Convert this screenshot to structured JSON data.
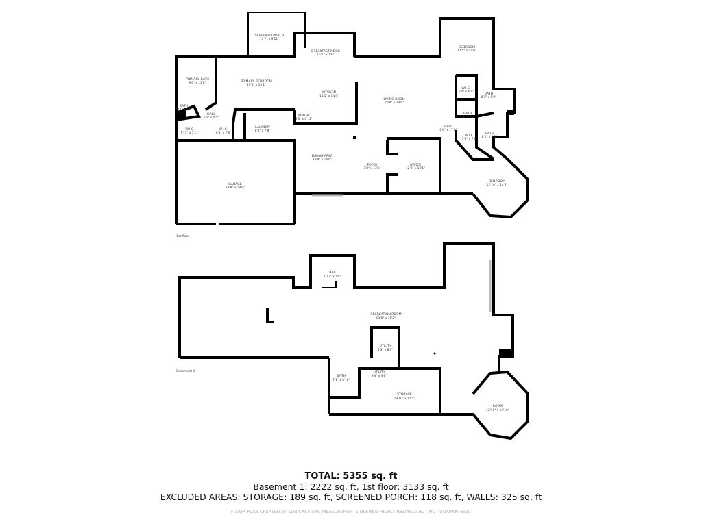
{
  "floors": [
    {
      "label": "1st floor",
      "rooms": [
        {
          "name": "SCREENED PORCH",
          "dims": "13'7\" x 9'11\""
        },
        {
          "name": "BREAKFAST NOOK",
          "dims": "15'1\" x 7'8\""
        },
        {
          "name": "PRIMARY BATH",
          "dims": "9'6\" x 13'6\""
        },
        {
          "name": "PRIMARY BEDROOM",
          "dims": "19'4\" x 13'1\""
        },
        {
          "name": "KITCHEN",
          "dims": "15'1\" x 14'4\""
        },
        {
          "name": "LIVING ROOM",
          "dims": "20'8\" x 19'9\""
        },
        {
          "name": "BATH",
          "dims": "7'11\" x 5'6\""
        },
        {
          "name": "HALL",
          "dims": "6'5\" x 4'5\""
        },
        {
          "name": "PANTRY",
          "dims": "4'8\" x 4'11\""
        },
        {
          "name": "W.I.C.",
          "dims": "7'11\" x 5'11\""
        },
        {
          "name": "W.I.C.",
          "dims": "6'4\" x 7'8\""
        },
        {
          "name": "LAUNDRY",
          "dims": "8'4\" x 7'8\""
        },
        {
          "name": "DINING AREA",
          "dims": "18'9\" x 16'6\""
        },
        {
          "name": "FOYER",
          "dims": "7'8\" x 13'5\""
        },
        {
          "name": "OFFICE",
          "dims": "12'8\" x 13'1\""
        },
        {
          "name": "GARAGE",
          "dims": "28'8\" x 19'9\""
        },
        {
          "name": "BEDROOM",
          "dims": "12'5\" x 14'6\""
        },
        {
          "name": "W.I.C.",
          "dims": "5'4\" x 6'1\""
        },
        {
          "name": "BATH",
          "dims": "8'1\" x 8'9\""
        },
        {
          "name": "BATH",
          "dims": "5'4\" x 5'3\""
        },
        {
          "name": "HALL",
          "dims": "6'6\" x 17'8\""
        },
        {
          "name": "W.I.C.",
          "dims": "5'4\" x 7'2\""
        },
        {
          "name": "BATH",
          "dims": "8'1\" x 9'1\""
        },
        {
          "name": "BEDROOM",
          "dims": "12'10\" x 14'8\""
        }
      ]
    },
    {
      "label": "Basement 1",
      "rooms": [
        {
          "name": "BAR",
          "dims": "10'3\" x 7'8\""
        },
        {
          "name": "RECREATION ROOM",
          "dims": "81'0\" x 31'2\""
        },
        {
          "name": "UTILITY",
          "dims": "6'3\" x 8'0\""
        },
        {
          "name": "BATH",
          "dims": "7'1\" x 8'10\""
        },
        {
          "name": "UTILITY",
          "dims": "9'4\" x 4'6\""
        },
        {
          "name": "STORAGE",
          "dims": "19'10\" x 11'1\""
        },
        {
          "name": "ROOM",
          "dims": "12'10\" x 14'10\""
        }
      ]
    }
  ],
  "summary": {
    "total": "TOTAL: 5355 sq. ft",
    "floors_line": "Basement 1: 2222 sq. ft, 1st floor: 3133 sq. ft",
    "excluded_line": "EXCLUDED AREAS: STORAGE: 189 sq. ft, SCREENED PORCH: 118 sq. ft, WALLS: 325 sq. ft",
    "disclaimer": "FLOOR PLAN CREATED BY CUBICASA APP. MEASUREMENTS DEEMED HIGHLY RELIABLE BUT NOT GUARANTEED."
  }
}
